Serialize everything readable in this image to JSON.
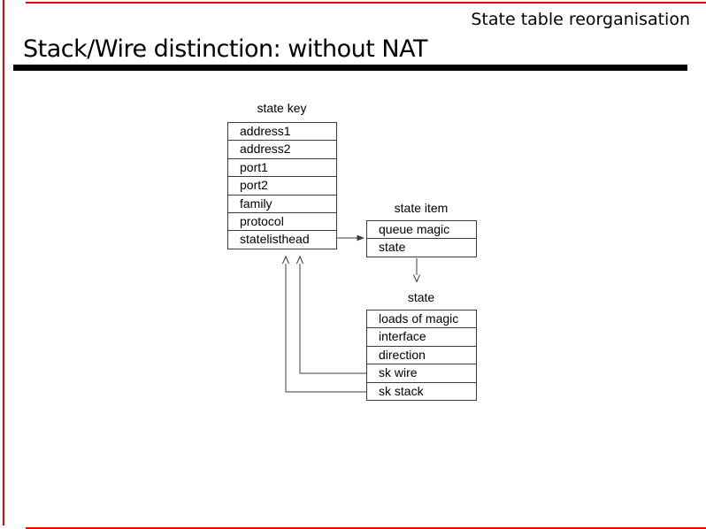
{
  "slide": {
    "header_label": "State table reorganisation",
    "title": "Stack/Wire distinction: without NAT"
  },
  "diagram": {
    "state_key": {
      "label": "state key",
      "rows": [
        "address1",
        "address2",
        "port1",
        "port2",
        "family",
        "protocol",
        "statelisthead"
      ]
    },
    "state_item": {
      "label": "state item",
      "rows": [
        "queue magic",
        "state"
      ]
    },
    "state": {
      "label": "state",
      "rows": [
        "loads of magic",
        "interface",
        "direction",
        "sk wire",
        "sk stack"
      ]
    },
    "connections": [
      {
        "from": "state key.statelisthead",
        "to": "state item",
        "direction": "right"
      },
      {
        "from": "state item.state",
        "to": "state",
        "direction": "down"
      },
      {
        "from": "state.sk wire",
        "to": "state key",
        "direction": "up"
      },
      {
        "from": "state.sk stack",
        "to": "state key",
        "direction": "up"
      }
    ]
  },
  "colors": {
    "frame_red": "#ee0000",
    "rule_black": "#000000",
    "diagram_line": "#3c3c3c"
  }
}
